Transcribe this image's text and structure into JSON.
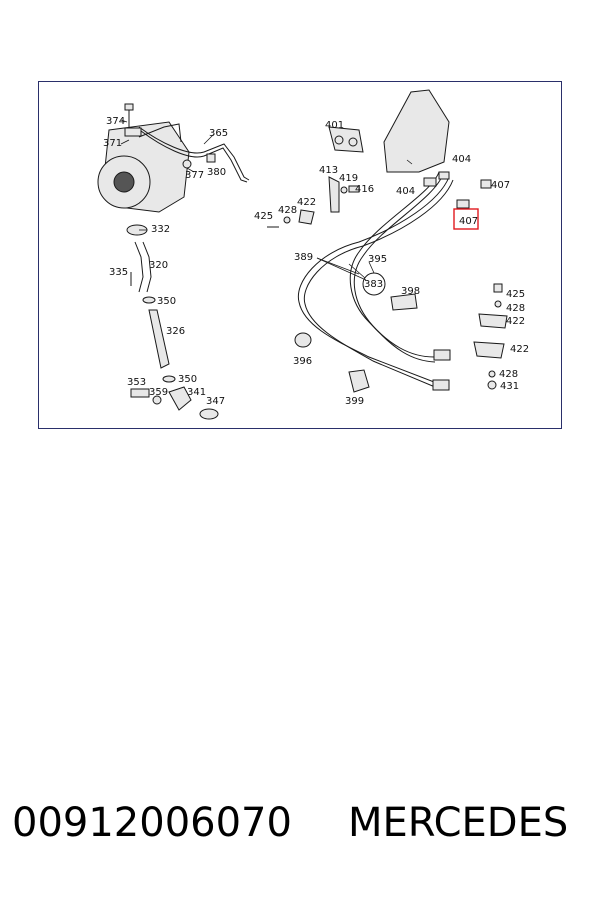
{
  "diagram": {
    "highlight_color": "#e0191e",
    "highlighted_label": "407",
    "callouts": [
      {
        "id": "374",
        "text": "374"
      },
      {
        "id": "371",
        "text": "371"
      },
      {
        "id": "365",
        "text": "365"
      },
      {
        "id": "377",
        "text": "377"
      },
      {
        "id": "380",
        "text": "380"
      },
      {
        "id": "332",
        "text": "332"
      },
      {
        "id": "320",
        "text": "320"
      },
      {
        "id": "335",
        "text": "335"
      },
      {
        "id": "350a",
        "text": "350"
      },
      {
        "id": "326",
        "text": "326"
      },
      {
        "id": "353",
        "text": "353"
      },
      {
        "id": "350b",
        "text": "350"
      },
      {
        "id": "359",
        "text": "359"
      },
      {
        "id": "341",
        "text": "341"
      },
      {
        "id": "347",
        "text": "347"
      },
      {
        "id": "401",
        "text": "401"
      },
      {
        "id": "413",
        "text": "413"
      },
      {
        "id": "419",
        "text": "419"
      },
      {
        "id": "416",
        "text": "416"
      },
      {
        "id": "404a",
        "text": "404"
      },
      {
        "id": "404b",
        "text": "404"
      },
      {
        "id": "407a",
        "text": "407"
      },
      {
        "id": "407b",
        "text": "407"
      },
      {
        "id": "425a",
        "text": "425"
      },
      {
        "id": "428a",
        "text": "428"
      },
      {
        "id": "422a",
        "text": "422"
      },
      {
        "id": "389",
        "text": "389"
      },
      {
        "id": "395",
        "text": "395"
      },
      {
        "id": "383",
        "text": "383"
      },
      {
        "id": "398",
        "text": "398"
      },
      {
        "id": "396",
        "text": "396"
      },
      {
        "id": "399",
        "text": "399"
      },
      {
        "id": "425b",
        "text": "425"
      },
      {
        "id": "428b",
        "text": "428"
      },
      {
        "id": "422b",
        "text": "422"
      },
      {
        "id": "422c",
        "text": "422"
      },
      {
        "id": "428c",
        "text": "428"
      },
      {
        "id": "431",
        "text": "431"
      }
    ]
  },
  "footer": {
    "part_number": "00912006070",
    "brand": "MERCEDES"
  }
}
